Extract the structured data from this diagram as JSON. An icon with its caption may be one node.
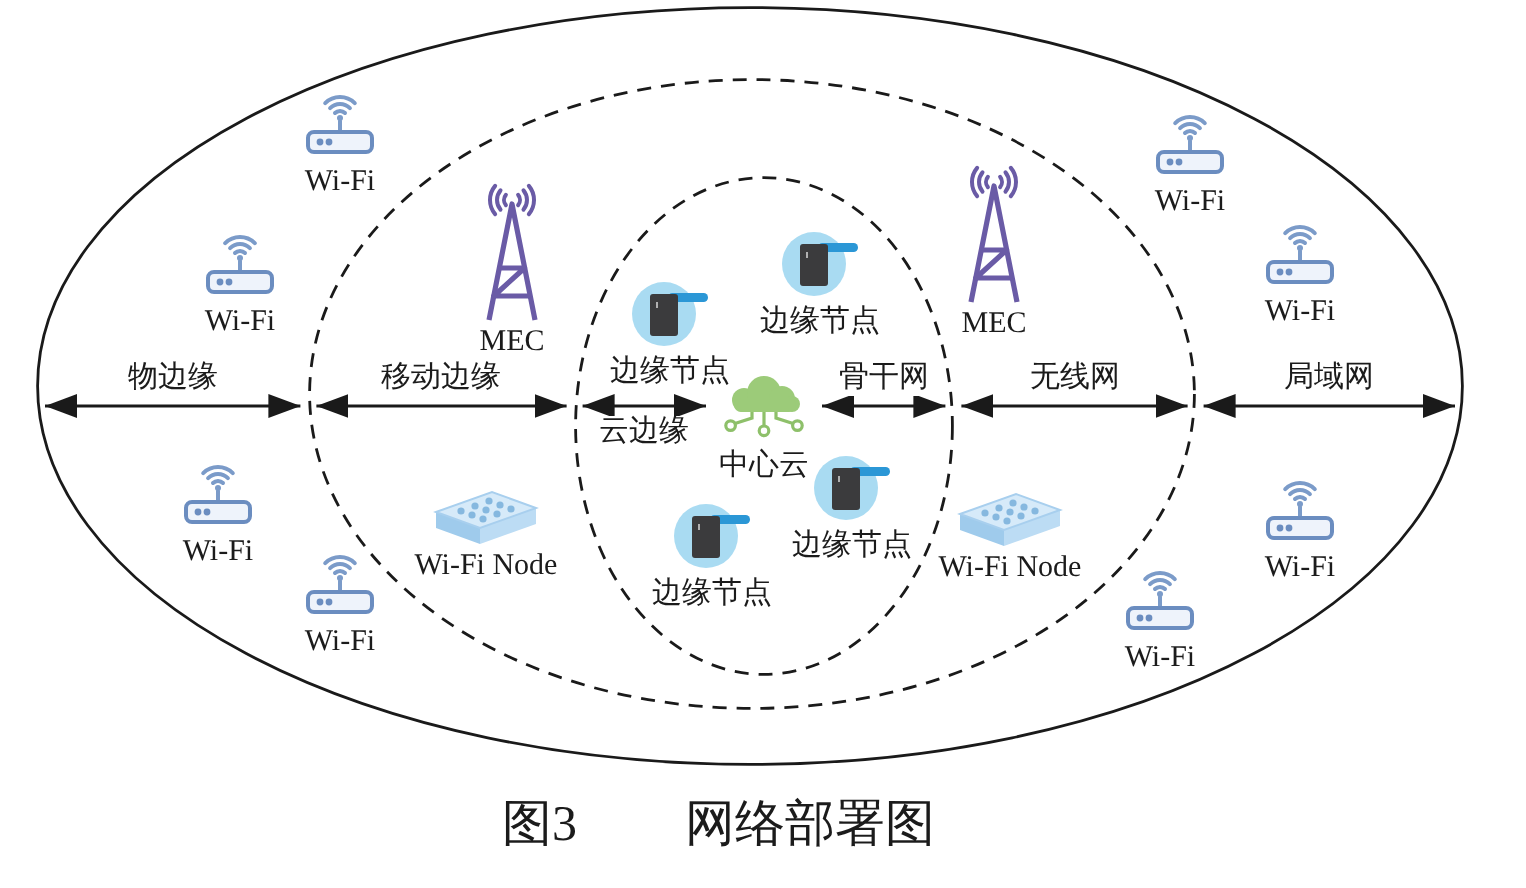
{
  "diagram": {
    "caption": "图3 网络部署图",
    "nodes": [
      {
        "text": [],
        "shape": "ellipse"
      },
      {
        "text": [],
        "shape": "ellipse",
        "in": 0
      },
      {
        "text": [],
        "shape": "ellipse",
        "in": 1
      },
      {
        "text": [
          "Wi-Fi"
        ],
        "in": 0
      },
      {
        "text": [
          "Wi-Fi"
        ],
        "in": 0
      },
      {
        "text": [
          "Wi-Fi"
        ],
        "in": 0
      },
      {
        "text": [
          "MEC"
        ],
        "in": 1
      },
      {
        "text": [
          "边缘节点"
        ],
        "in": 2
      },
      {
        "text": [
          "边缘节点"
        ],
        "in": 2
      },
      {
        "text": [
          "MEC"
        ],
        "in": 1
      },
      {
        "text": [
          "Wi-Fi"
        ],
        "in": 0
      },
      {
        "text": [
          "中心云"
        ],
        "in": 2
      },
      {
        "text": [
          "Wi-Fi"
        ],
        "in": 0
      },
      {
        "text": [
          "Wi-Fi Node"
        ],
        "in": 1
      },
      {
        "text": [
          "边缘节点"
        ],
        "in": 2
      },
      {
        "text": [
          "边缘节点"
        ],
        "in": 2
      },
      {
        "text": [
          "Wi-Fi Node"
        ],
        "in": 1
      },
      {
        "text": [
          "Wi-Fi"
        ],
        "in": 0
      },
      {
        "text": [
          "Wi-Fi"
        ],
        "in": 0
      },
      {
        "text": [
          "Wi-Fi"
        ],
        "in": 0
      }
    ],
    "edges": [
      {
        "from": 0,
        "to": 1,
        "arrow": "both",
        "label": "物边缘"
      },
      {
        "from": 1,
        "to": 2,
        "arrow": "both",
        "label": "移动边缘"
      },
      {
        "from": 2,
        "to": 11,
        "arrow": "both",
        "label": "云边缘"
      },
      {
        "from": 11,
        "to": 2,
        "arrow": "both",
        "label": "骨干网"
      },
      {
        "from": 2,
        "to": 1,
        "arrow": "both",
        "label": "无线网"
      },
      {
        "from": 1,
        "to": 0,
        "arrow": "both",
        "label": "局域网"
      }
    ]
  }
}
